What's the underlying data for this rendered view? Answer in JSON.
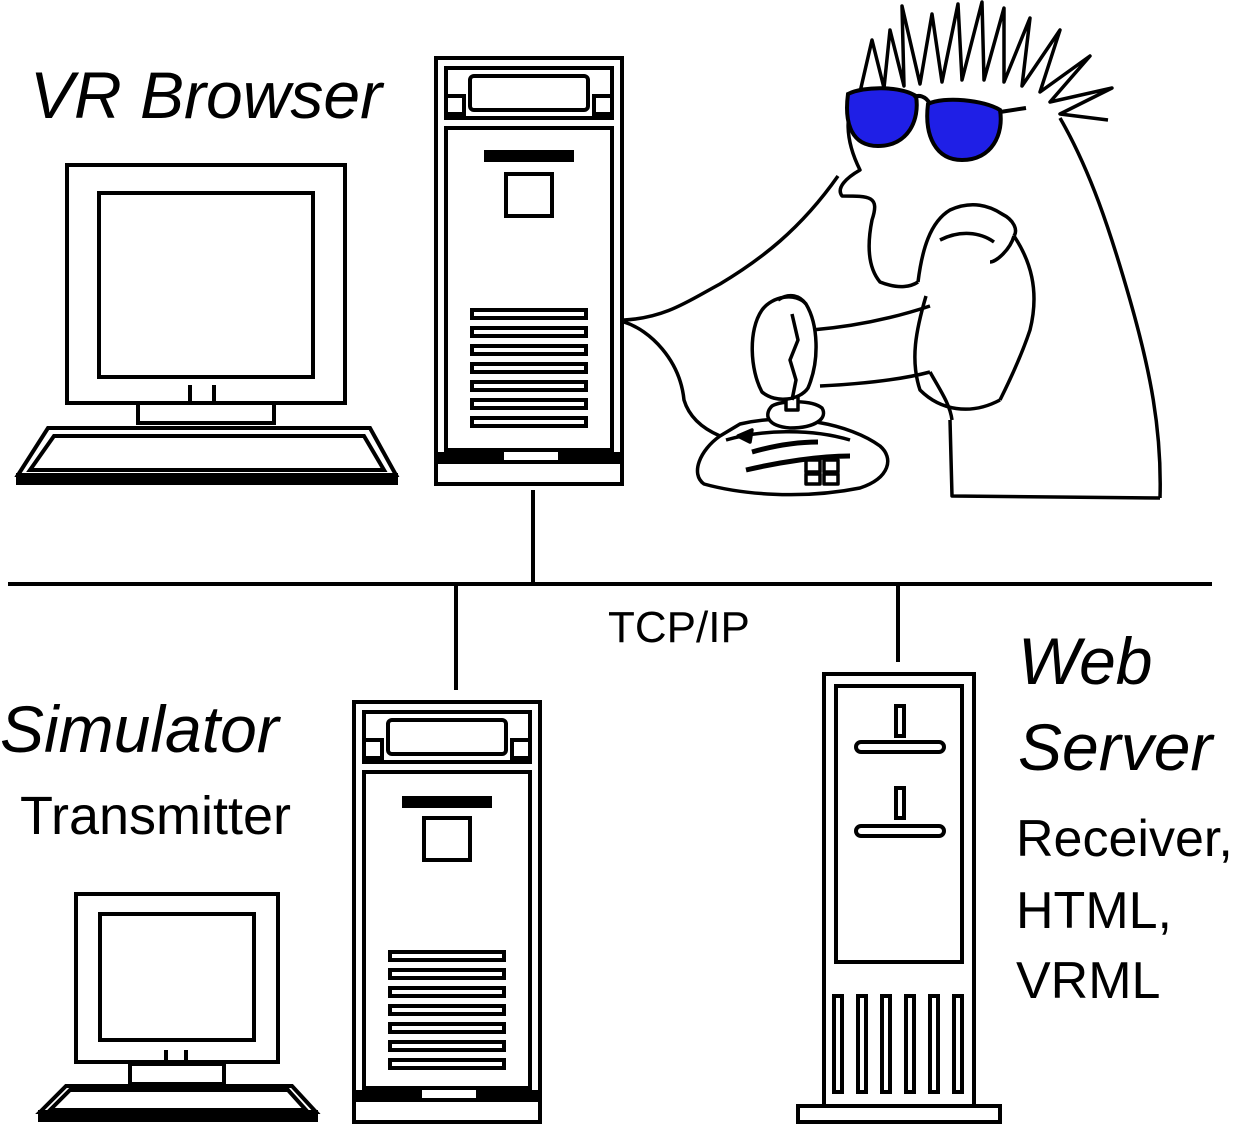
{
  "labels": {
    "vr_browser": "VR Browser",
    "network": "TCP/IP",
    "simulator_title": "Simulator",
    "simulator_role": "Transmitter",
    "web_title_line1": "Web",
    "web_title_line2": "Server",
    "web_role_line1": "Receiver,",
    "web_role_line2": "HTML,",
    "web_role_line3": "VRML"
  },
  "colors": {
    "ink": "#000000",
    "paper": "#ffffff",
    "sunglasses": "#1f1fe6"
  },
  "icons": {
    "vr_monitor": "crt-monitor-icon",
    "vr_tower": "tower-pc-icon",
    "user": "cartoon-user-icon",
    "joystick": "joystick-icon",
    "sim_monitor": "crt-monitor-icon",
    "sim_tower": "tower-pc-icon",
    "server": "server-tower-icon"
  }
}
